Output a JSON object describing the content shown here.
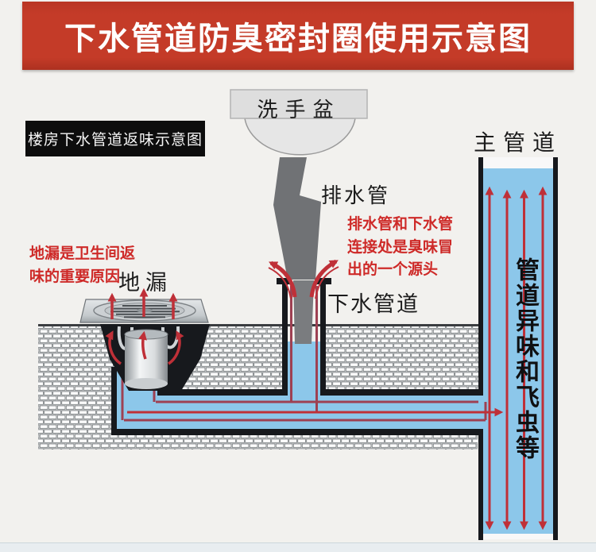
{
  "title": {
    "text": "下水管道防臭密封圈使用示意图"
  },
  "diagram": {
    "subtitle_badge": "楼房下水管道返味示意图",
    "labels": {
      "main_pipe": "主管道",
      "basin": "洗手盆",
      "drain_pipe": "排水管",
      "sewer_pipe": "下水管道",
      "floor_drain": "地漏",
      "vertical_note": "管道异味和飞虫等"
    },
    "notes": {
      "floor_drain_cause_line1": "地漏是卫生间返",
      "floor_drain_cause_line2": "味的重要原因",
      "joint_line1": "排水管和下水管",
      "joint_line2": "连接处是臭味冒",
      "joint_line3": "出的一个源头"
    }
  },
  "colors": {
    "banner_red": "#c43b28",
    "note_red": "#ce2a28",
    "pipe_blue": "#8cc7ea",
    "wall_black": "#17191d",
    "odor_path_red": "#9e4052",
    "arrow_red": "#bf3038",
    "background": "#f2f1ee",
    "badge_black": "#0d0d0d"
  }
}
